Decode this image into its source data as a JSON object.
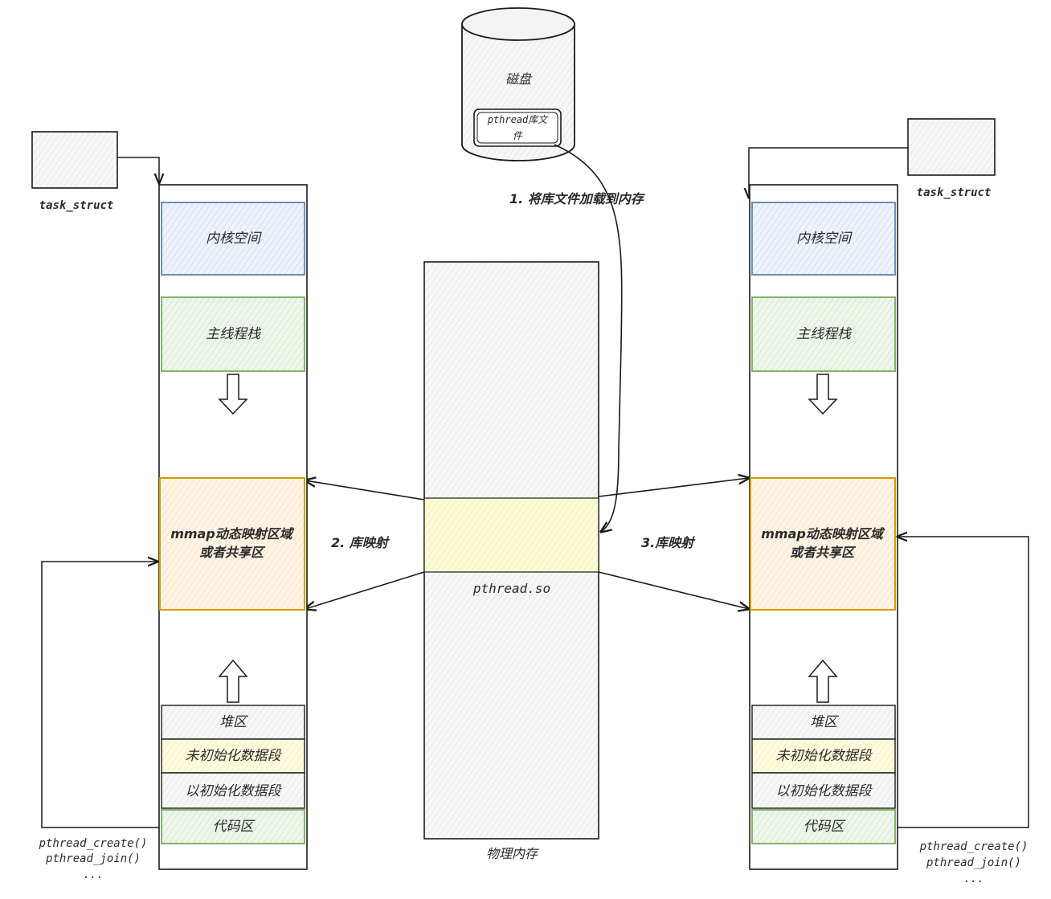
{
  "disk": {
    "label": "磁盘",
    "file_line1": "pthread库文",
    "file_line2": "件"
  },
  "steps": {
    "step1": "1. 将库文件加载到内存",
    "step2": "2. 库映射",
    "step3": "3.库映射"
  },
  "physical_memory": {
    "label": "物理内存",
    "so_label": "pthread.so"
  },
  "left_process": {
    "task_struct": "task_struct",
    "segments": {
      "kernel": "内核空间",
      "main_stack": "主线程栈",
      "mmap_line1": "mmap动态映射区域",
      "mmap_line2": "或者共享区",
      "heap": "堆区",
      "bss": "未初始化数据段",
      "data": "以初始化数据段",
      "code": "代码区"
    },
    "calls": [
      "pthread_create()",
      "pthread_join()",
      "..."
    ]
  },
  "right_process": {
    "task_struct": "task_struct",
    "segments": {
      "kernel": "内核空间",
      "main_stack": "主线程栈",
      "mmap_line1": "mmap动态映射区域",
      "mmap_line2": "或者共享区",
      "heap": "堆区",
      "bss": "未初始化数据段",
      "data": "以初始化数据段",
      "code": "代码区"
    },
    "calls": [
      "pthread_create()",
      "pthread_join()",
      "..."
    ]
  },
  "colors": {
    "kernel_border": "#6c8ebf",
    "kernel_fill": "#dae8fc",
    "stack_border": "#82b366",
    "stack_fill": "#d5e8d4",
    "mmap_border": "#d79b00",
    "mmap_fill": "#ffe6cc",
    "so_fill": "#fff2b0",
    "bss_fill": "#fff9c4",
    "line": "#1a1a1a"
  }
}
